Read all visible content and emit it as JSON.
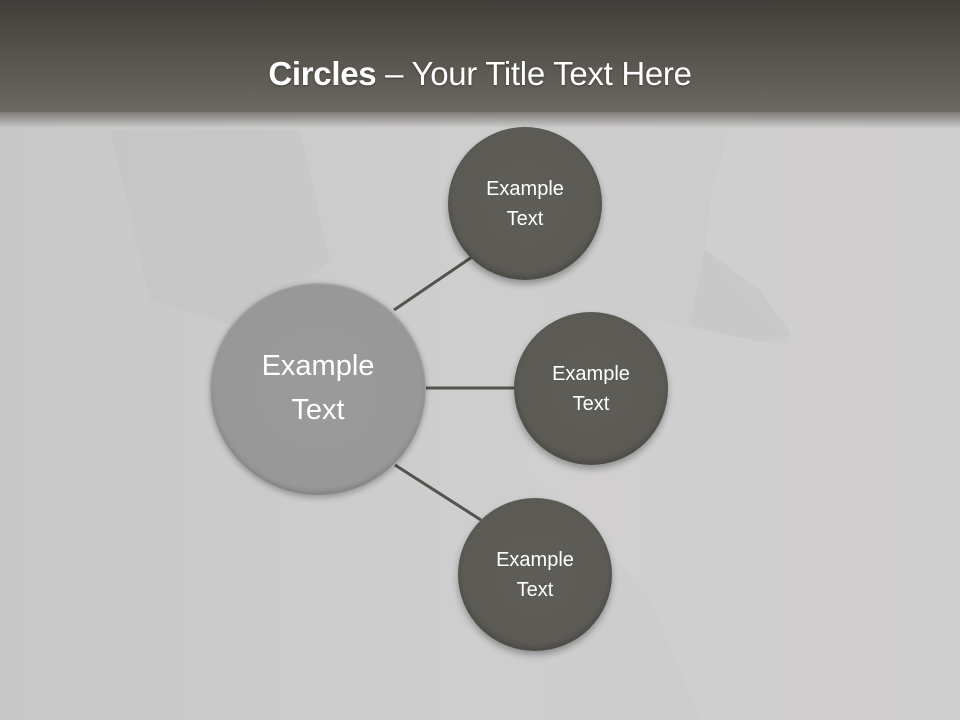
{
  "slide": {
    "title_bold": "Circles",
    "title_rest": " – Your Title Text Here"
  },
  "diagram": {
    "center": {
      "line1": "Example",
      "line2": "Text"
    },
    "nodes": [
      {
        "line1": "Example",
        "line2": "Text"
      },
      {
        "line1": "Example",
        "line2": "Text"
      },
      {
        "line1": "Example",
        "line2": "Text"
      }
    ]
  },
  "colors": {
    "header_top": "#403e39",
    "header_bottom": "#6b6861",
    "background": "#cbcaca",
    "center_fill": "#9a9a9a",
    "node_fill": "#5e5c56",
    "connector": "#55534e",
    "text": "#ffffff"
  }
}
